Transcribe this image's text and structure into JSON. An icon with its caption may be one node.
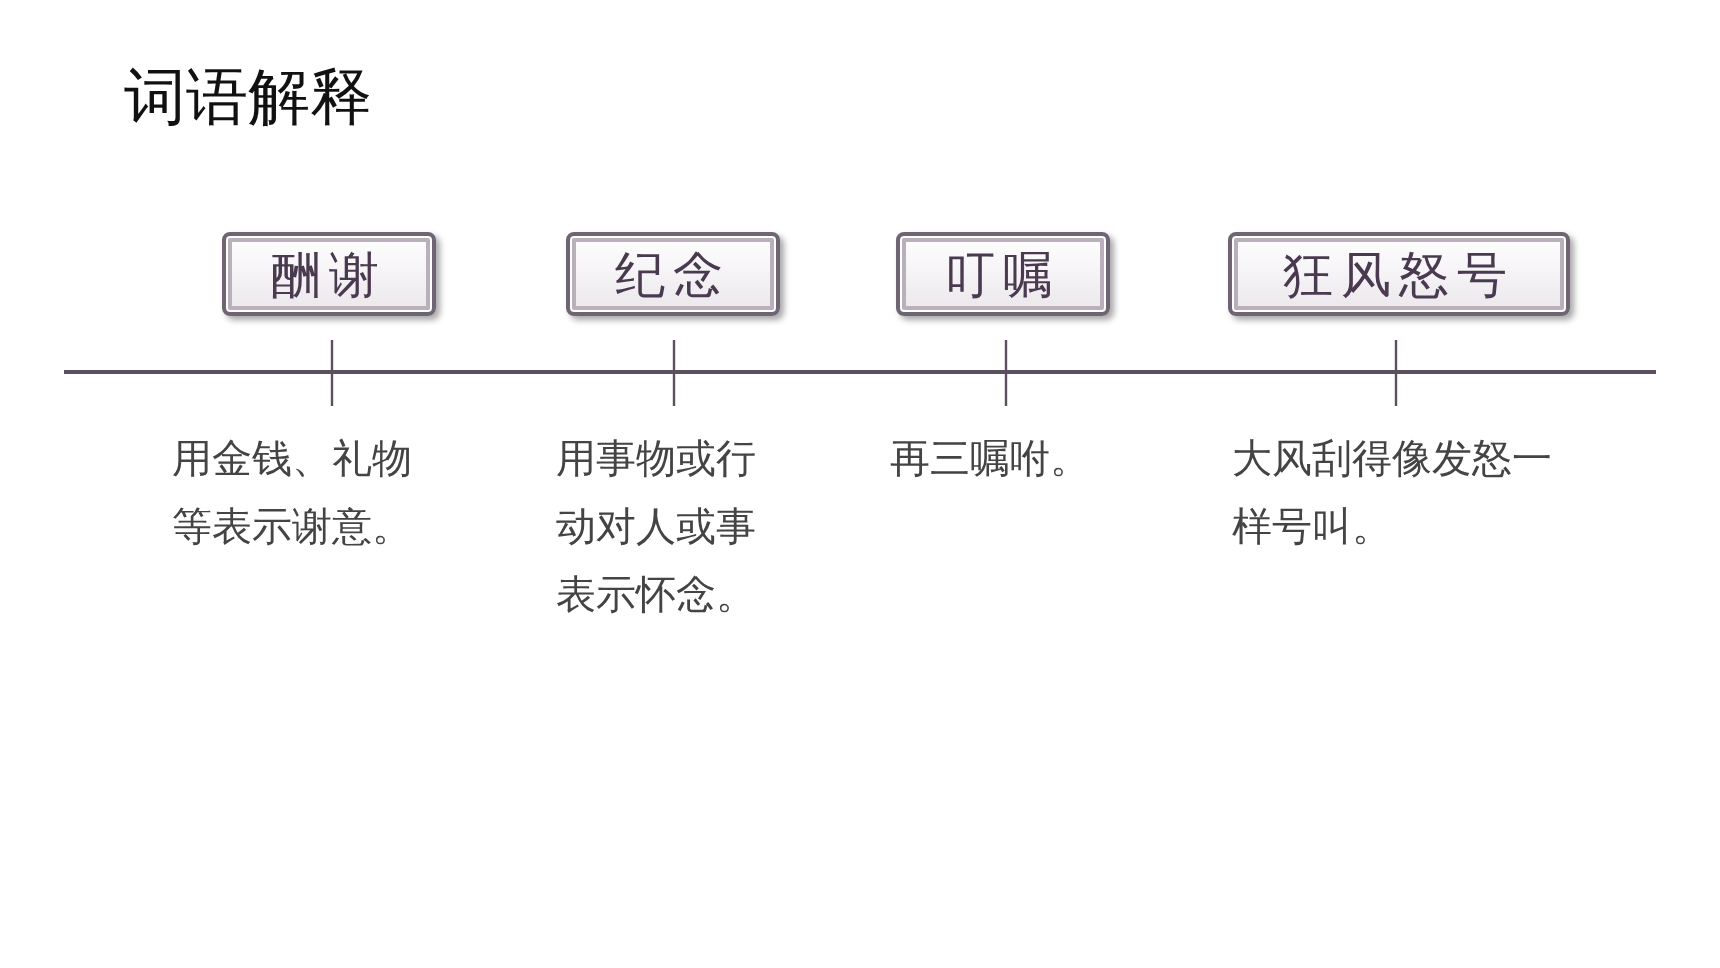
{
  "diagram": {
    "title": "词语解释",
    "nodes": [
      {
        "text": [
          "酬谢"
        ],
        "beside": [
          "用金钱、礼物等表示谢意。"
        ]
      },
      {
        "text": [
          "纪念"
        ],
        "beside": [
          "用事物或行动对人或事表示怀念。"
        ]
      },
      {
        "text": [
          "叮嘱"
        ],
        "beside": [
          "再三嘱咐。"
        ]
      },
      {
        "text": [
          "狂风怒号"
        ],
        "beside": [
          "大风刮得像发怒一样号叫。"
        ]
      }
    ]
  }
}
